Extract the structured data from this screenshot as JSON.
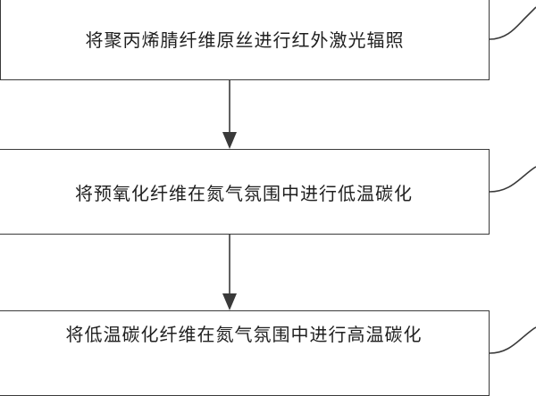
{
  "steps": [
    {
      "label": "将聚丙烯腈纤维原丝进行红外激光辐照"
    },
    {
      "label": "将预氧化纤维在氮气氛围中进行低温碳化"
    },
    {
      "label": "将低温碳化纤维在氮气氛围中进行高温碳化"
    }
  ],
  "colors": {
    "line": "#3a3a3a",
    "text": "#1f1f1f",
    "background": "#ffffff"
  }
}
